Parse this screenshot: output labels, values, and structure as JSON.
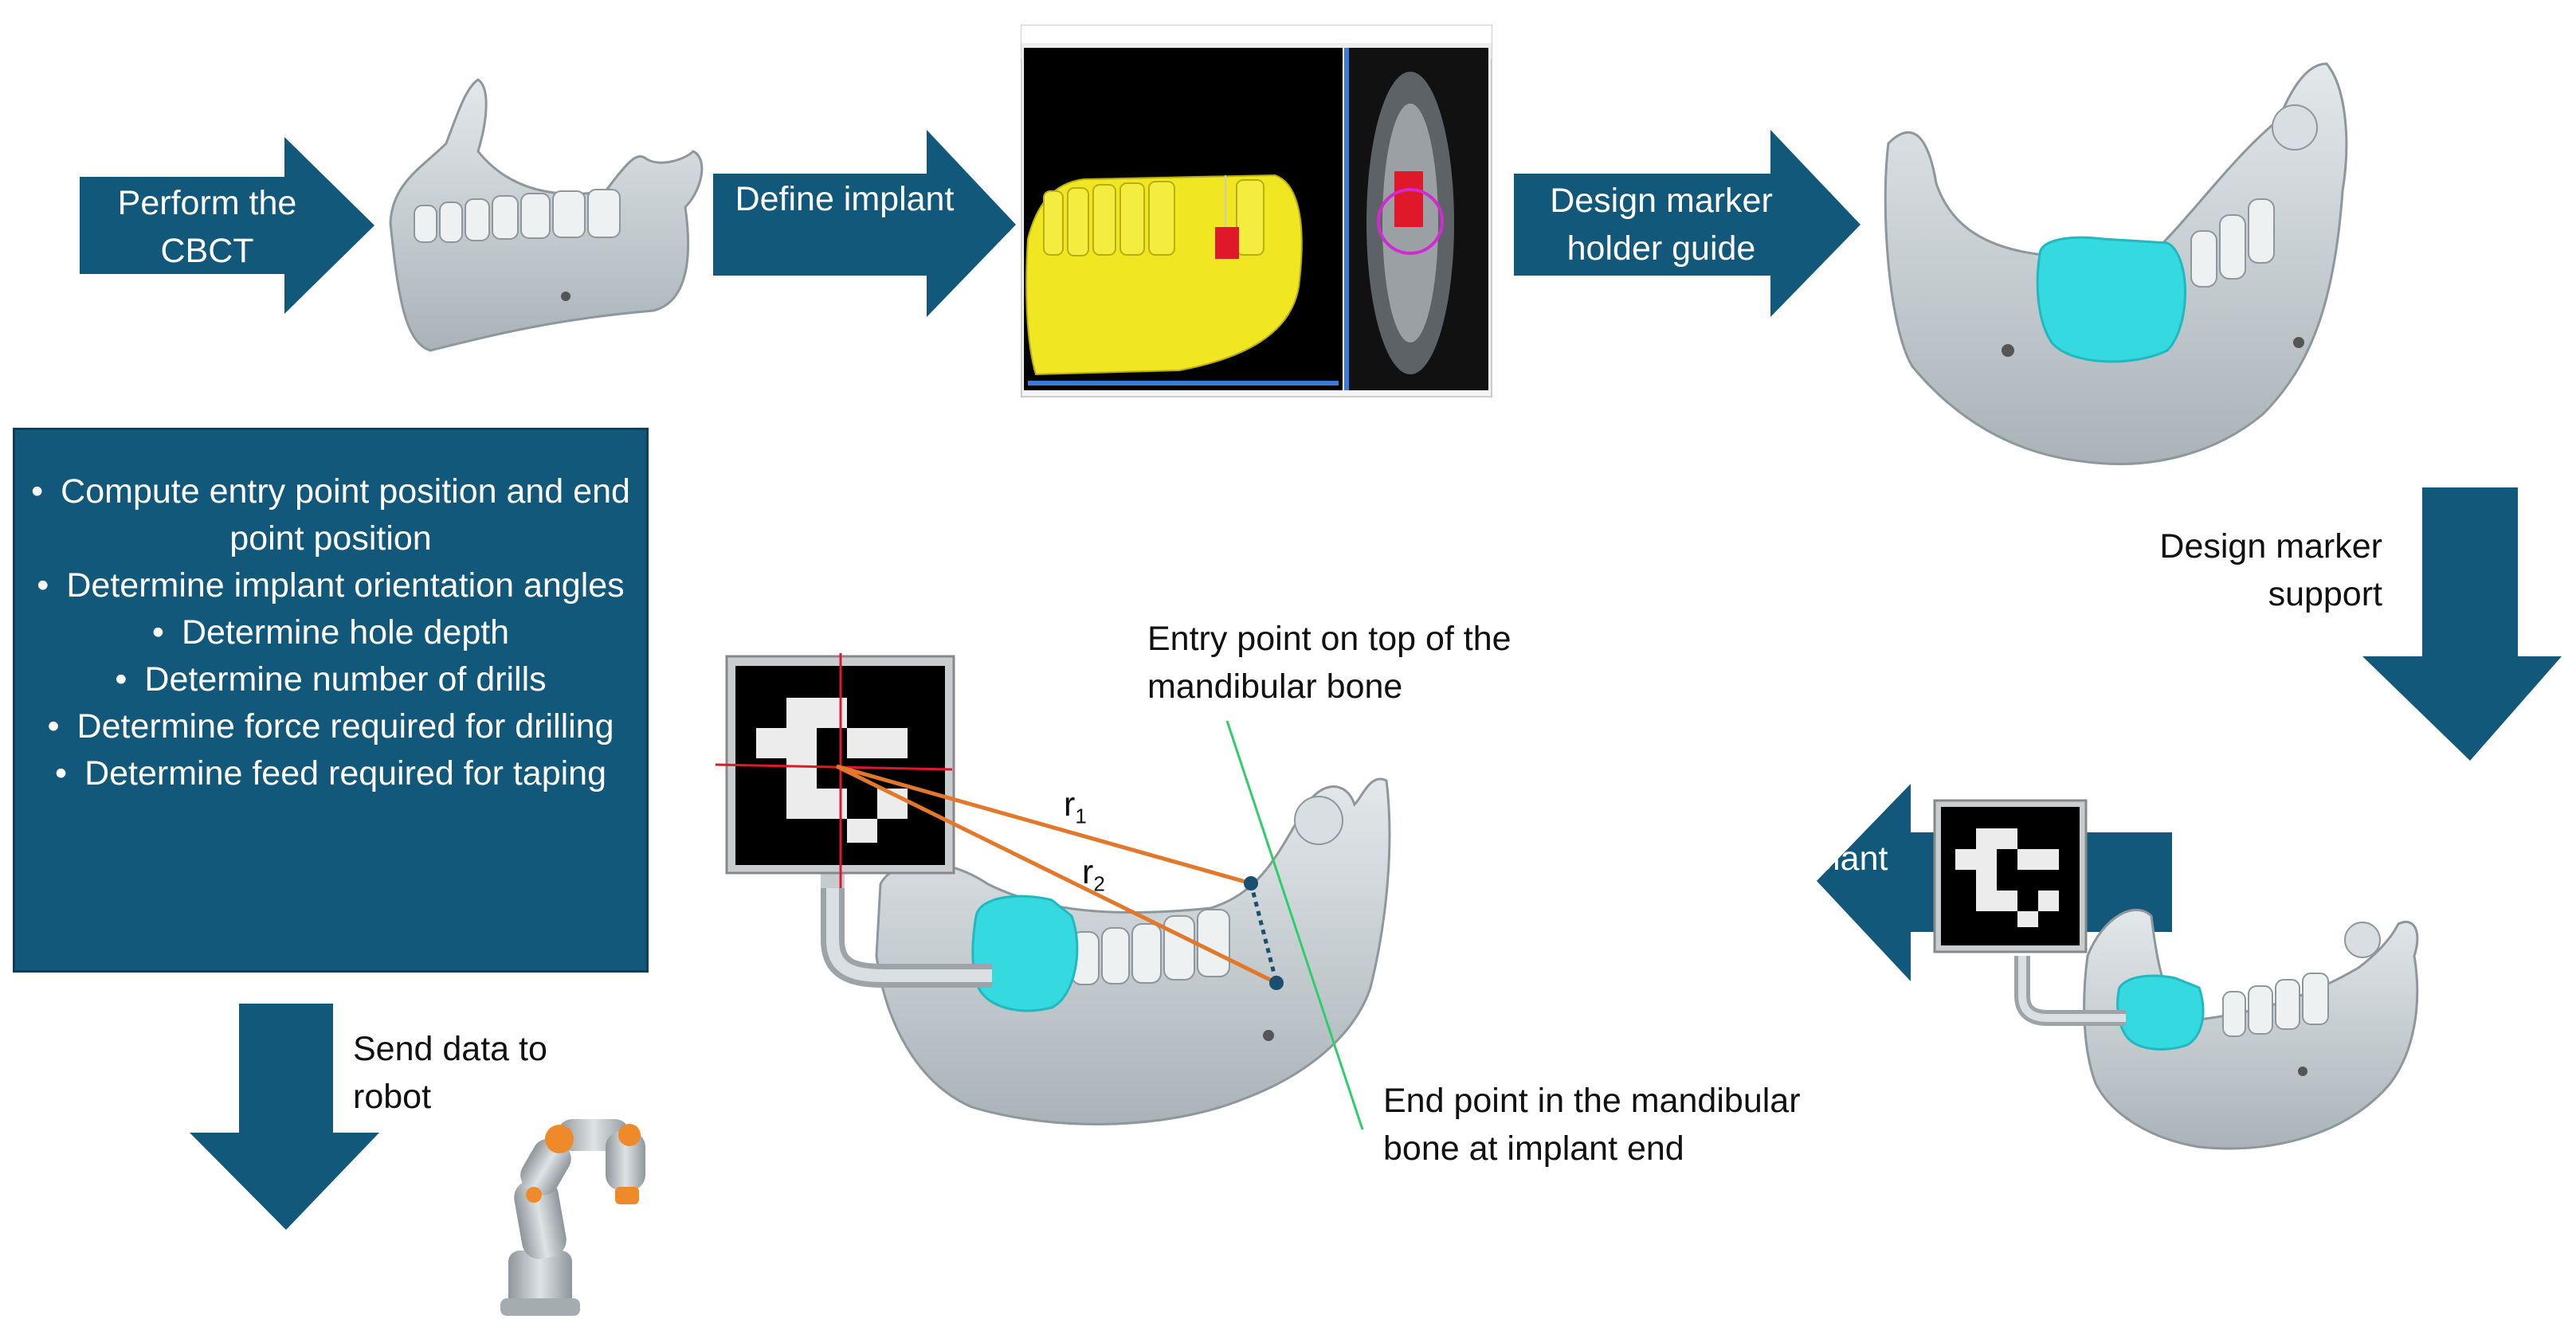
{
  "flow_steps": {
    "perform_cbct": "Perform the CBCT",
    "define_implant": "Define implant",
    "design_holder_guide": "Design marker holder guide",
    "design_marker_support": "Design marker support",
    "determine_implant_position": "Determine implant position",
    "send_data": "Send data to robot"
  },
  "computation_steps": [
    "Compute entry point position and end point position",
    "Determine implant orientation angles",
    "Determine hole depth",
    "Determine number of drills",
    "Determine force required for drilling",
    "Determine feed required for taping"
  ],
  "annotations": {
    "entry_point": "Entry point on top of the mandibular bone",
    "end_point": "End point in the mandibular bone at implant end",
    "r1": "r",
    "r1_sub": "1",
    "r2": "r",
    "r2_sub": "2"
  },
  "colors": {
    "arrow_fill": "#12587a",
    "bone": "#c9d0d3",
    "guide": "#35d9e0",
    "vector_line": "#e3782a",
    "axis_line": "#2ecf6a",
    "marker_cross": "#e0192a",
    "software_model": "#f0e622"
  }
}
